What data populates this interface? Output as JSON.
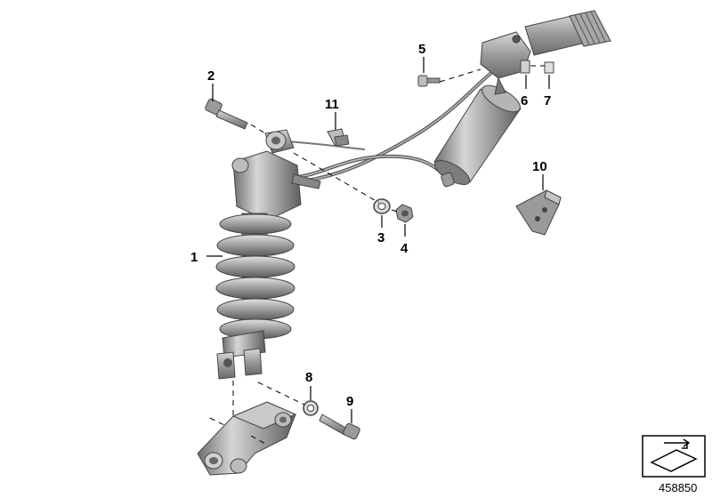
{
  "callouts": {
    "c1": "1",
    "c2": "2",
    "c3": "3",
    "c4": "4",
    "c5": "5",
    "c6": "6",
    "c7": "7",
    "c8": "8",
    "c9": "9",
    "c10": "10",
    "c11": "11"
  },
  "reference_number": "458850",
  "icons": {
    "corner": "exploded-view-arrow-icon"
  }
}
